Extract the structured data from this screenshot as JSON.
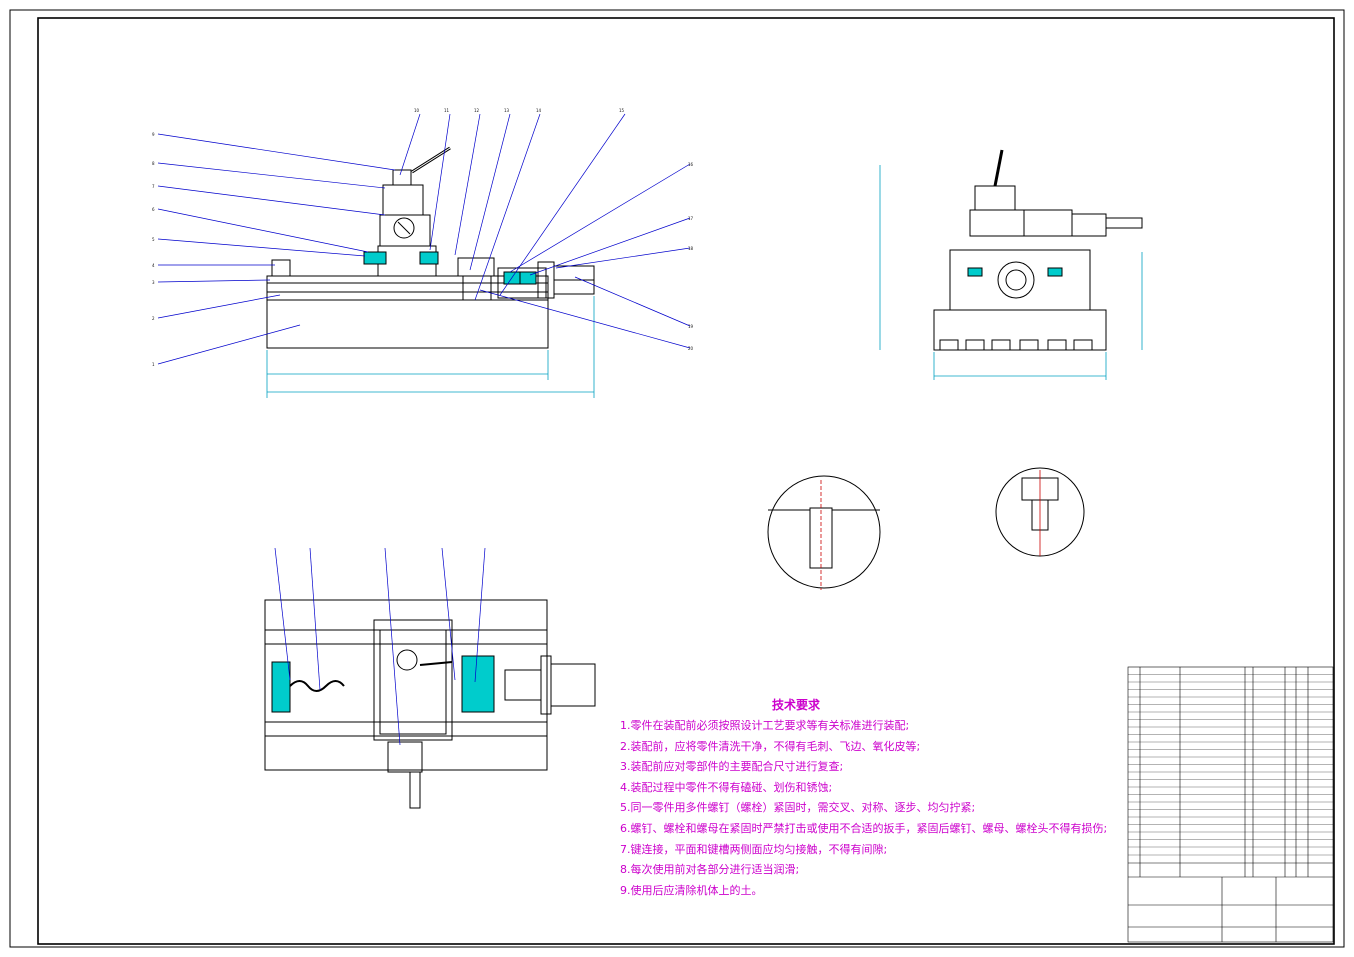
{
  "technical_requirements": {
    "title": "技术要求",
    "items": [
      "1.零件在装配前必须按照设计工艺要求等有关标准进行装配;",
      "2.装配前，应将零件清洗干净，不得有毛刺、飞边、氧化皮等;",
      "3.装配前应对零部件的主要配合尺寸进行复查;",
      "4.装配过程中零件不得有磕碰、划伤和锈蚀;",
      "5.同一零件用多件螺钉（螺栓）紧固时，需交叉、对称、逐步、均匀拧紧;",
      "6.螺钉、螺栓和螺母在紧固时严禁打击或使用不合适的扳手，紧固后螺钉、螺母、螺栓头不得有损伤;",
      "7.键连接，平面和键槽两侧面应均匀接触，不得有间隙;",
      "8.每次使用前对各部分进行适当润滑;",
      "9.使用后应清除机体上的土。"
    ]
  },
  "colors": {
    "text_magenta": "#cc00cc",
    "leader_blue": "#0000cc",
    "cyan_fill": "#00cccc",
    "dimension_cyan": "#00a0c0",
    "bom_green": "#00a000",
    "bom_magenta": "#cc00cc"
  }
}
